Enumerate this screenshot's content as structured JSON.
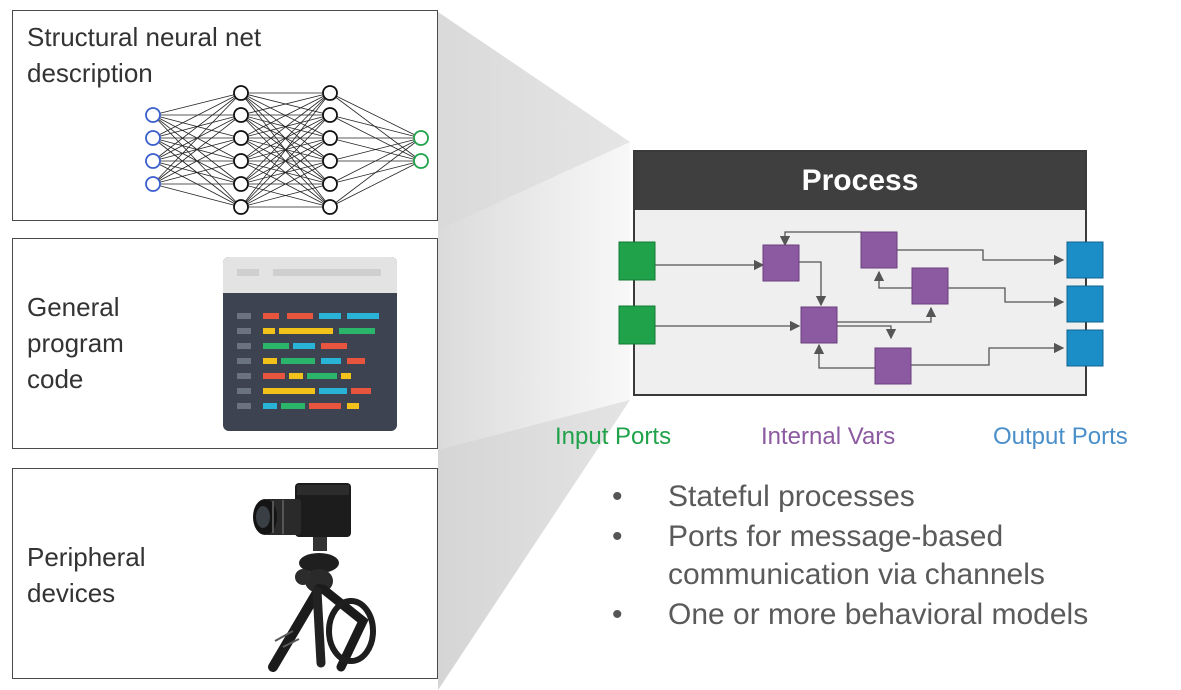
{
  "panels": {
    "neural_net": {
      "label": "Structural neural net description"
    },
    "program_code": {
      "label": "General\nprogram\ncode"
    },
    "peripheral": {
      "label": "Peripheral\ndevices"
    }
  },
  "process": {
    "title": "Process",
    "legend": {
      "input_ports": "Input Ports",
      "internal_vars": "Internal Vars",
      "output_ports": "Output Ports"
    }
  },
  "bullets": [
    "Stateful processes",
    "Ports for message-based communication via channels",
    "One or more behavioral models"
  ],
  "colors": {
    "input": "#1fa24a",
    "internal": "#8c5aa0",
    "output": "#1b8ec8",
    "title_bar": "#3f3f3f"
  }
}
